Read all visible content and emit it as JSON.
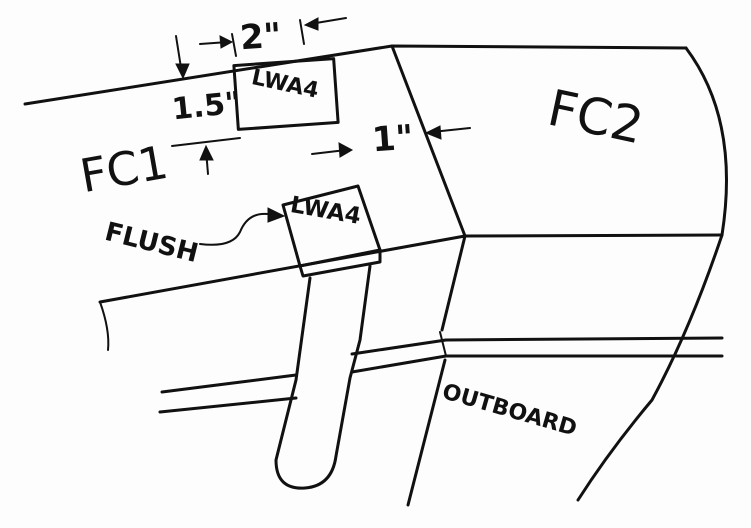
{
  "regions": {
    "left_panel": "FC1",
    "right_panel": "FC2",
    "lower_region": "OUTBOARD"
  },
  "dimensions": {
    "width": "2\"",
    "height": "1.5\"",
    "offset": "1\""
  },
  "parts": {
    "upper_part": "LWA4",
    "lower_part": "LWA4"
  },
  "callouts": {
    "flush": "FLUSH"
  },
  "colors": {
    "ink": "#111111",
    "paper": "#fdfdfd"
  }
}
